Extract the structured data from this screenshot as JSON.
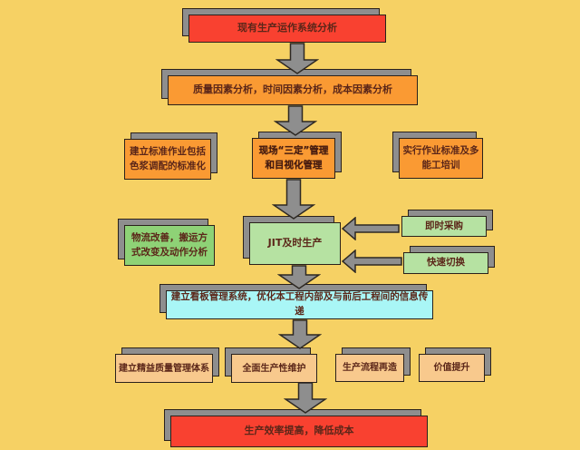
{
  "palette": {
    "background": "#f6d164",
    "red": "#f94130",
    "orange": "#fa9a33",
    "green_dark": "#8ed276",
    "green_light": "#b6e2a2",
    "cyan": "#a9f6f6",
    "peach": "#f8c98d",
    "shadow_gray": "#8e8e8e",
    "border": "#2a211b",
    "text": "#5b2619"
  },
  "nodes": {
    "analysis": {
      "label": "现有生产运作系统分析",
      "color": "red"
    },
    "factors": {
      "label": "质量因素分析，时间因素分析，成本因素分析",
      "color": "orange"
    },
    "standard_work": {
      "label": "建立标准作业包括色浆调配的标准化",
      "color": "orange"
    },
    "site_mgmt": {
      "label": "现场“三定”管理和目视化管理",
      "color": "orange"
    },
    "training": {
      "label": "实行作业标准及多能工培训",
      "color": "orange"
    },
    "logistics": {
      "label": "物流改善，搬运方式改变及动作分析",
      "color": "green_dark"
    },
    "jit": {
      "label": "JIT及时生产",
      "color": "green_light"
    },
    "procurement": {
      "label": "即时采购",
      "color": "green_light"
    },
    "changeover": {
      "label": "快速切换",
      "color": "green_light"
    },
    "kanban": {
      "label": "建立看板管理系统，优化本工程内部及与前后工程间的信息传递",
      "color": "cyan"
    },
    "lean_quality": {
      "label": "建立精益质量管理体系",
      "color": "peach"
    },
    "tpm": {
      "label": "全面生产性维护",
      "color": "peach"
    },
    "bpr": {
      "label": "生产流程再造",
      "color": "peach"
    },
    "value": {
      "label": "价值提升",
      "color": "peach"
    },
    "result": {
      "label": "生产效率提高，降低成本",
      "color": "red"
    }
  }
}
